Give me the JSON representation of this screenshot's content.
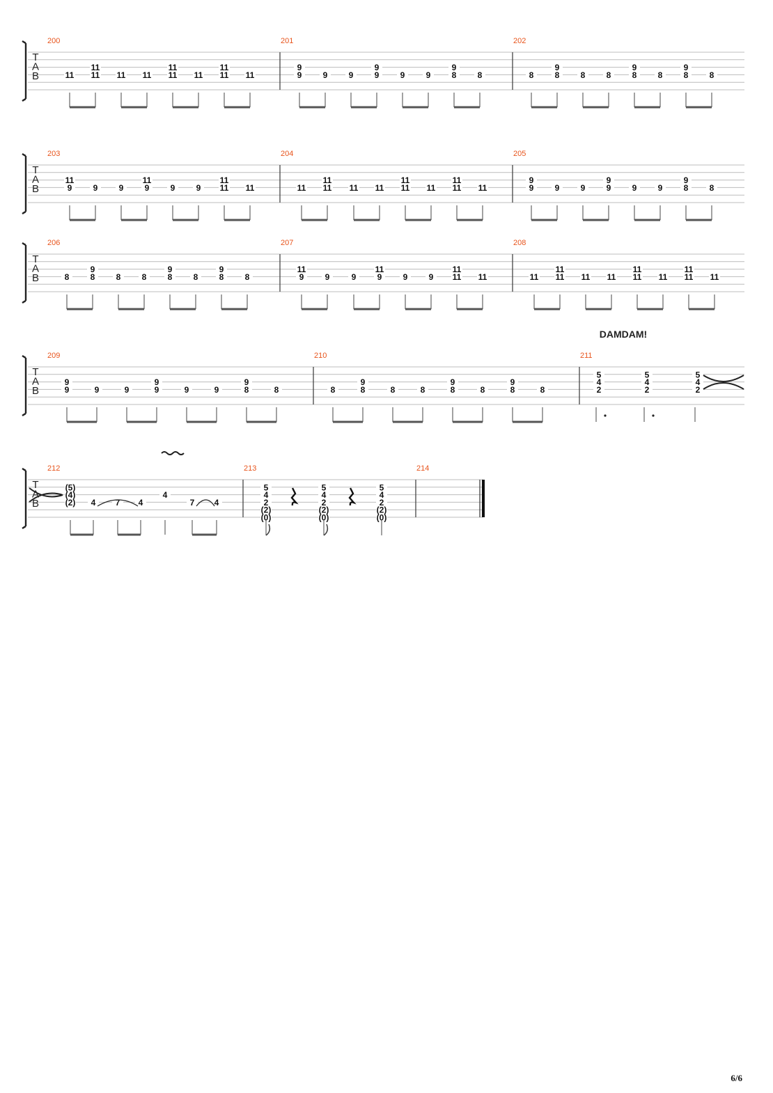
{
  "page_number": "6/6",
  "tab_clef": [
    "T",
    "A",
    "B"
  ],
  "systems": [
    {
      "measures": [
        {
          "number": "200",
          "notes": [
            [
              "11"
            ],
            [
              "11",
              "11"
            ],
            [
              "11"
            ],
            [
              "11"
            ],
            [
              "11",
              "11"
            ],
            [
              "11"
            ],
            [
              "11",
              "11"
            ],
            [
              "11"
            ]
          ]
        },
        {
          "number": "201",
          "notes": [
            [
              "9",
              "9"
            ],
            [
              "9"
            ],
            [
              "9"
            ],
            [
              "9",
              "9"
            ],
            [
              "9"
            ],
            [
              "9"
            ],
            [
              "9",
              "8"
            ],
            [
              "8"
            ]
          ]
        },
        {
          "number": "202",
          "notes": [
            [
              "8"
            ],
            [
              "9",
              "8"
            ],
            [
              "8"
            ],
            [
              "8"
            ],
            [
              "9",
              "8"
            ],
            [
              "8"
            ],
            [
              "9",
              "8"
            ],
            [
              "8"
            ]
          ]
        }
      ]
    },
    {
      "measures": [
        {
          "number": "203",
          "notes": [
            [
              "11",
              "9"
            ],
            [
              "9"
            ],
            [
              "9"
            ],
            [
              "11",
              "9"
            ],
            [
              "9"
            ],
            [
              "9"
            ],
            [
              "11",
              "11"
            ],
            [
              "11"
            ]
          ]
        },
        {
          "number": "204",
          "notes": [
            [
              "11"
            ],
            [
              "11",
              "11"
            ],
            [
              "11"
            ],
            [
              "11"
            ],
            [
              "11",
              "11"
            ],
            [
              "11"
            ],
            [
              "11",
              "11"
            ],
            [
              "11"
            ]
          ]
        },
        {
          "number": "205",
          "notes": [
            [
              "9",
              "9"
            ],
            [
              "9"
            ],
            [
              "9"
            ],
            [
              "9",
              "9"
            ],
            [
              "9"
            ],
            [
              "9"
            ],
            [
              "9",
              "8"
            ],
            [
              "8"
            ]
          ]
        }
      ]
    },
    {
      "measures": [
        {
          "number": "206",
          "notes": [
            [
              "8"
            ],
            [
              "9",
              "8"
            ],
            [
              "8"
            ],
            [
              "8"
            ],
            [
              "9",
              "8"
            ],
            [
              "8"
            ],
            [
              "9",
              "8"
            ],
            [
              "8"
            ]
          ]
        },
        {
          "number": "207",
          "notes": [
            [
              "11",
              "9"
            ],
            [
              "9"
            ],
            [
              "9"
            ],
            [
              "11",
              "9"
            ],
            [
              "9"
            ],
            [
              "9"
            ],
            [
              "11",
              "11"
            ],
            [
              "11"
            ]
          ]
        },
        {
          "number": "208",
          "notes": [
            [
              "11"
            ],
            [
              "11",
              "11"
            ],
            [
              "11"
            ],
            [
              "11"
            ],
            [
              "11",
              "11"
            ],
            [
              "11"
            ],
            [
              "11",
              "11"
            ],
            [
              "11"
            ]
          ]
        }
      ]
    },
    {
      "annotation": "DAMDAM!",
      "measures": [
        {
          "number": "209",
          "notes": [
            [
              "9",
              "9"
            ],
            [
              "9"
            ],
            [
              "9"
            ],
            [
              "9",
              "9"
            ],
            [
              "9"
            ],
            [
              "9"
            ],
            [
              "9",
              "8"
            ],
            [
              "8"
            ]
          ]
        },
        {
          "number": "210",
          "notes": [
            [
              "8"
            ],
            [
              "9",
              "8"
            ],
            [
              "8"
            ],
            [
              "8"
            ],
            [
              "9",
              "8"
            ],
            [
              "8"
            ],
            [
              "9",
              "8"
            ],
            [
              "8"
            ]
          ]
        },
        {
          "number": "211",
          "notes": [
            [
              "5",
              "4",
              "2"
            ],
            [
              "5",
              "4",
              "2"
            ],
            [
              "5",
              "4",
              "2"
            ]
          ]
        }
      ]
    },
    {
      "measures": [
        {
          "number": "212",
          "notes": [
            [
              "(5)",
              "(4)",
              "(2)"
            ],
            [
              "4"
            ],
            [
              "7"
            ],
            [
              "4"
            ],
            [
              "4"
            ],
            [
              "7"
            ],
            [
              "4"
            ]
          ]
        },
        {
          "number": "213",
          "notes": [
            [
              "5",
              "4",
              "2",
              "(2)",
              "(0)"
            ],
            [
              "5",
              "4",
              "2",
              "(2)",
              "(0)"
            ],
            [
              "5",
              "4",
              "2",
              "(2)",
              "(0)"
            ]
          ]
        },
        {
          "number": "214",
          "notes": []
        }
      ]
    }
  ]
}
